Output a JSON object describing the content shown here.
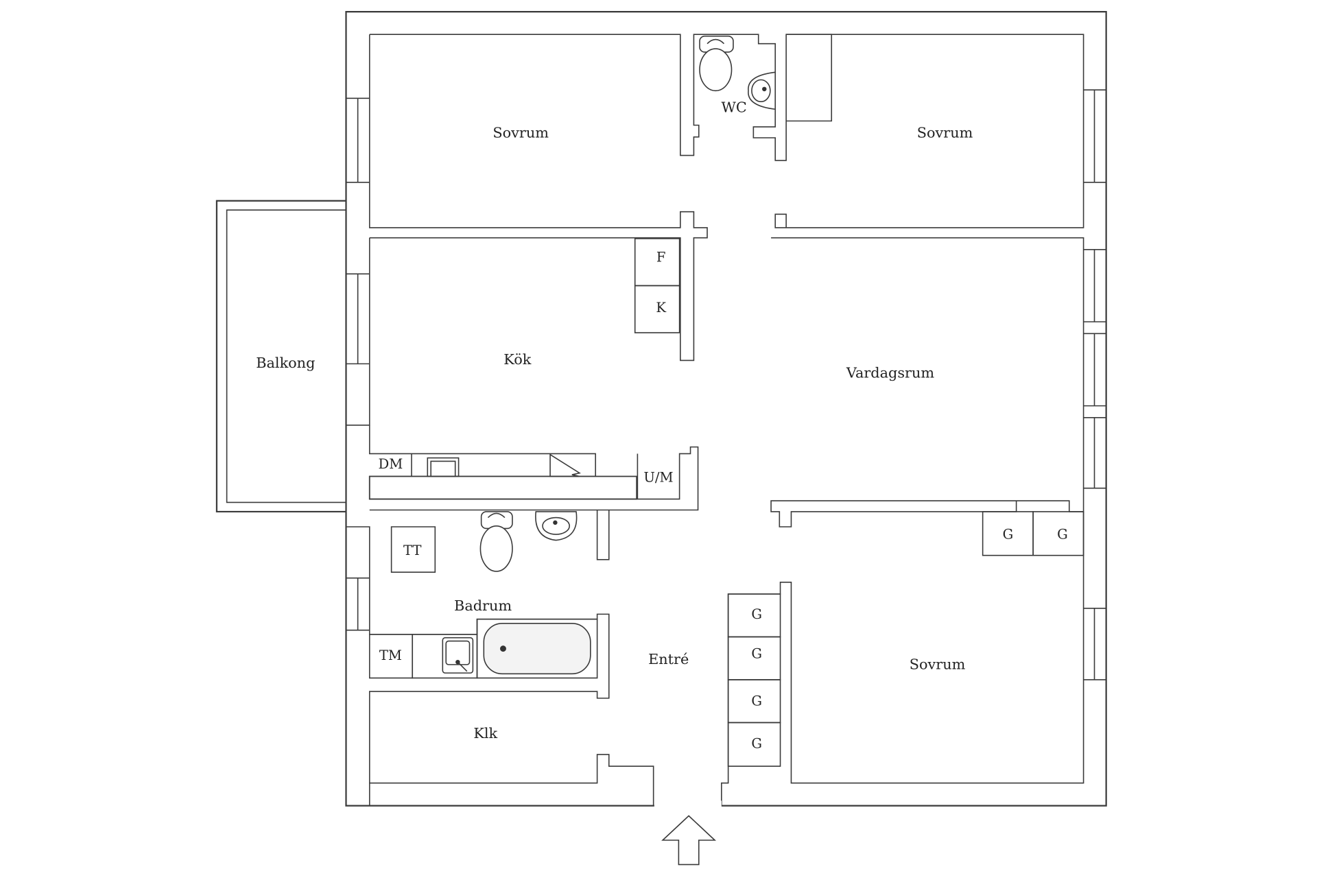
{
  "rooms": {
    "sovrum_nw": "Sovrum",
    "wc": "WC",
    "sovrum_ne": "Sovrum",
    "kok": "Kök",
    "vardagsrum": "Vardagsrum",
    "balkong": "Balkong",
    "badrum": "Badrum",
    "entre": "Entré",
    "klk": "Klk",
    "sovrum_se": "Sovrum"
  },
  "fixtures": {
    "fridge": "F",
    "freezer": "K",
    "dishwasher": "DM",
    "oven": "U/M",
    "dryer": "TT",
    "washer": "TM",
    "wardrobe_1": "G",
    "wardrobe_2": "G",
    "wardrobe_3": "G",
    "wardrobe_4": "G",
    "wardrobe_5": "G",
    "wardrobe_6": "G"
  },
  "icons": {
    "entrance": "entrance-arrow-icon",
    "toilet": "toilet-icon",
    "sink": "sink-icon",
    "bathtub": "bathtub-icon"
  }
}
